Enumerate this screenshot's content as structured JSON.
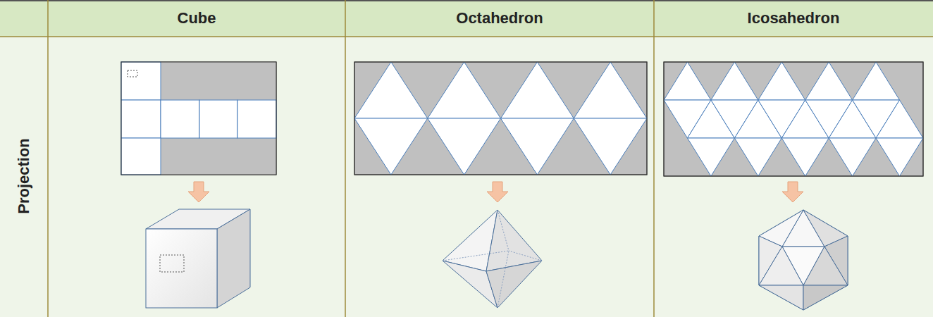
{
  "diagram": {
    "labels": [
      "Cube",
      "Octahedron",
      "Icosahedron",
      "Projection"
    ]
  }
}
